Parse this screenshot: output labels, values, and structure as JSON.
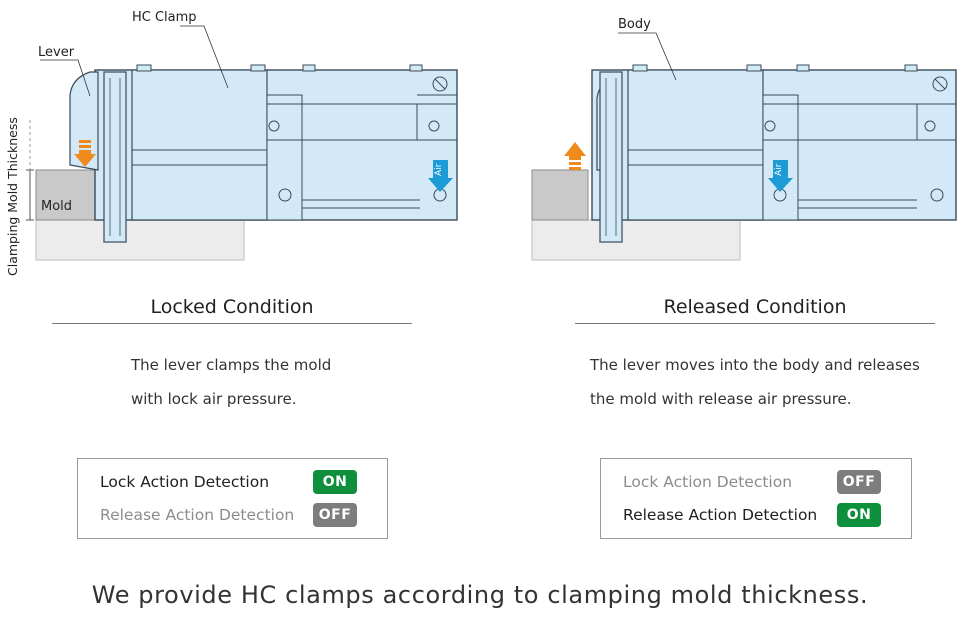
{
  "left": {
    "labels": {
      "hc_clamp": "HC Clamp",
      "lever": "Lever",
      "mold": "Mold",
      "thickness": "Clamping Mold Thickness",
      "air": "Air"
    },
    "title": "Locked Condition",
    "desc_line1": "The lever clamps the mold",
    "desc_line2": "with lock air pressure.",
    "rows": [
      {
        "label": "Lock Action Detection",
        "state": "ON"
      },
      {
        "label": "Release Action Detection",
        "state": "OFF"
      }
    ]
  },
  "right": {
    "labels": {
      "body": "Body",
      "air": "Air"
    },
    "title": "Released Condition",
    "desc_line1": "The lever moves into the body and releases",
    "desc_line2": "the mold with release air pressure.",
    "rows": [
      {
        "label": "Lock Action Detection",
        "state": "OFF"
      },
      {
        "label": "Release Action Detection",
        "state": "ON"
      }
    ]
  },
  "footer": "We provide HC clamps according to clamping mold thickness.",
  "colors": {
    "clamp_fill": "#d4e9f7",
    "clamp_stroke": "#3a4a58",
    "arrow_orange": "#f08a1c",
    "arrow_blue": "#1d9bd7",
    "on": "#0e8f3c",
    "off": "#7d7d7d"
  }
}
